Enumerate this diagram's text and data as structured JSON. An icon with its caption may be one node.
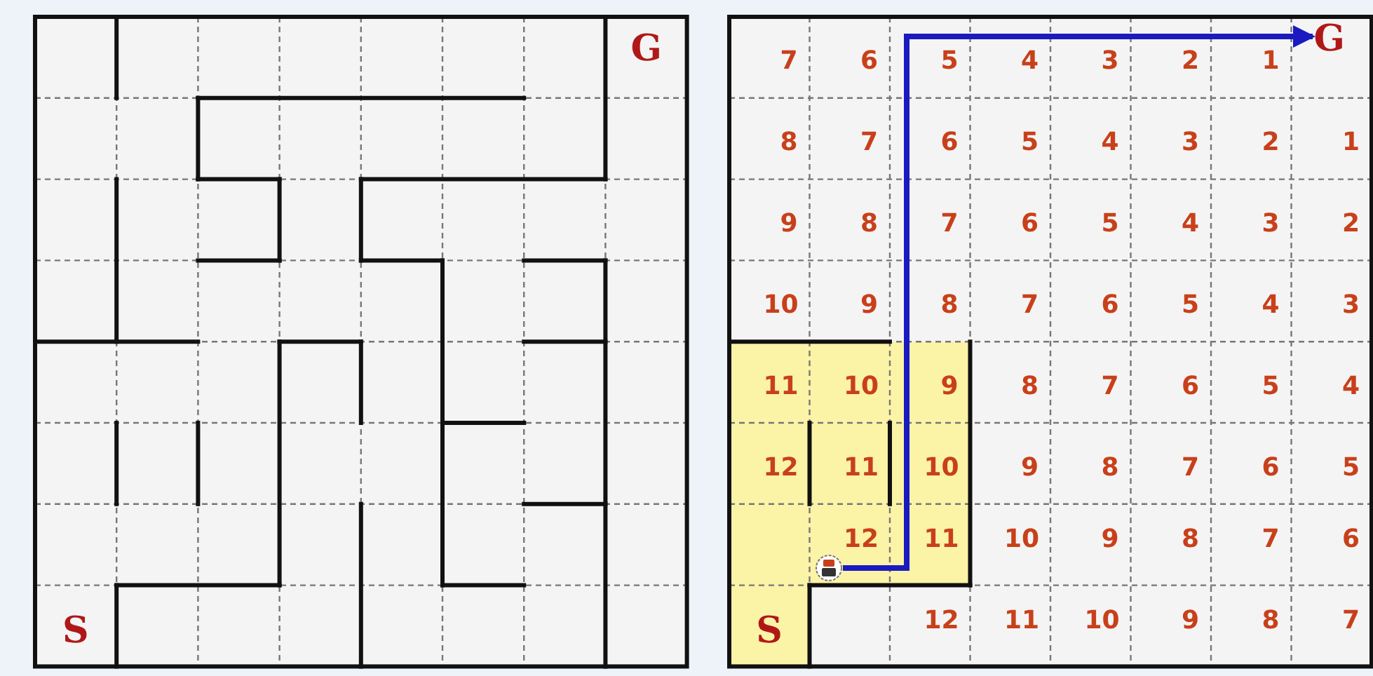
{
  "diagram": {
    "nodes": [
      {
        "text": [],
        "shape": "robot"
      },
      {
        "text": [
          "G"
        ]
      }
    ],
    "edges": [
      {
        "from": 0,
        "to": 1,
        "arrow": "to"
      }
    ],
    "labels": [
      "G",
      "S",
      "7",
      "6",
      "5",
      "4",
      "3",
      "2",
      "1",
      "8",
      "7",
      "6",
      "5",
      "4",
      "3",
      "2",
      "1",
      "9",
      "8",
      "7",
      "6",
      "5",
      "4",
      "3",
      "2",
      "10",
      "9",
      "8",
      "7",
      "6",
      "5",
      "4",
      "3",
      "11",
      "10",
      "9",
      "8",
      "7",
      "6",
      "5",
      "4",
      "12",
      "11",
      "10",
      "9",
      "8",
      "7",
      "6",
      "5",
      "12",
      "11",
      "10",
      "9",
      "8",
      "7",
      "6",
      "S",
      "12",
      "11",
      "10",
      "9",
      "8",
      "7"
    ]
  }
}
